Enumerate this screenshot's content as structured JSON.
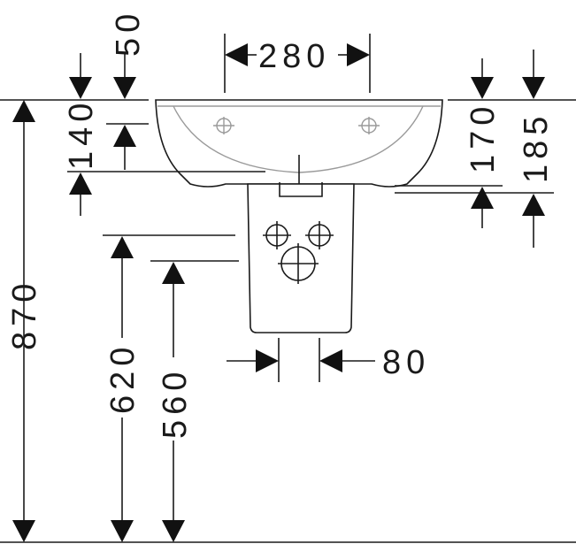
{
  "dimensions": {
    "basin_height": "140",
    "top_offset": "50",
    "tap_hole_spacing": "280",
    "edge_height_front": "170",
    "edge_height_total": "185",
    "total_height": "870",
    "waste_height": "620",
    "floor_to_pedestal": "560",
    "pedestal_width": "80"
  }
}
